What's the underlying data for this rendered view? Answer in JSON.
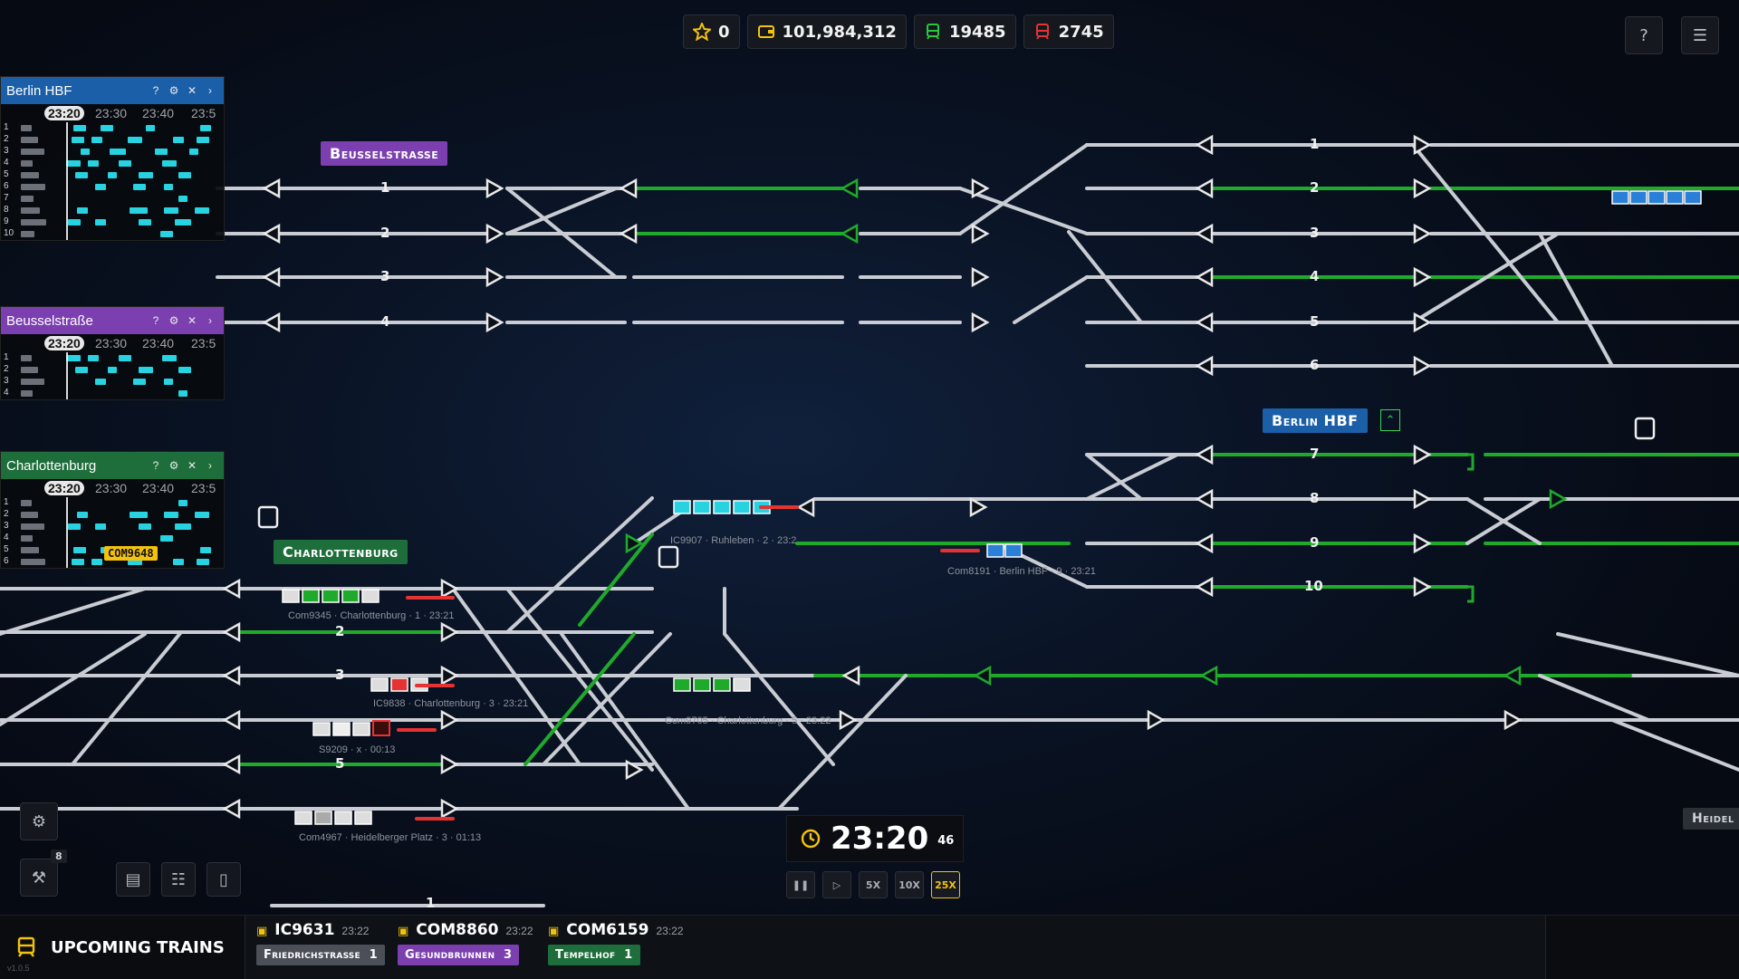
{
  "stats": {
    "stars": "0",
    "money": "101,984,312",
    "green_count": "19485",
    "red_count": "2745"
  },
  "colors": {
    "green_track": "#1faa2c",
    "red_signal": "#e53333",
    "cyan_train": "#27d3e0",
    "blue_train": "#2a80d8",
    "beusselstrasse": "#7b3fb0",
    "charlottenburg": "#1e6e3c",
    "berlin_hbf": "#1b5fa8",
    "accent_yellow": "#f4c20d"
  },
  "panels": [
    {
      "id": "berlin",
      "name": "Berlin HBF",
      "color": "#1b5fa8",
      "now": "23:20",
      "times": [
        "23:30",
        "23:40",
        "23:5"
      ],
      "rows": [
        "1",
        "2",
        "3",
        "4",
        "5",
        "6",
        "7",
        "8",
        "9",
        "10"
      ]
    },
    {
      "id": "beussel",
      "name": "Beusselstraße",
      "color": "#7b3fb0",
      "now": "23:20",
      "times": [
        "23:30",
        "23:40",
        "23:5"
      ],
      "rows": [
        "1",
        "2",
        "3",
        "4"
      ]
    },
    {
      "id": "charl",
      "name": "Charlottenburg",
      "color": "#1e6e3c",
      "now": "23:20",
      "times": [
        "23:30",
        "23:40",
        "23:5"
      ],
      "rows": [
        "1",
        "2",
        "3",
        "4",
        "5",
        "6"
      ],
      "badge": "COM9648"
    }
  ],
  "stations": {
    "beusselstrasse": "Beusselstraße",
    "charlottenburg": "Charlottenburg",
    "berlin_hbf": "Berlin HBF",
    "heidel": "Heidel"
  },
  "track_numbers": {
    "beussel": [
      "1",
      "2",
      "3",
      "4"
    ],
    "hbf": [
      "1",
      "2",
      "3",
      "4",
      "5",
      "6",
      "7",
      "8",
      "9",
      "10"
    ],
    "charl": [
      "2",
      "3",
      "5"
    ],
    "bottom": "1"
  },
  "train_labels": {
    "ic9907": "IC9907 · Ruhleben · 2 · 23:2",
    "com8191": "Com8191 · Berlin HBF · 9 · 23:21",
    "com9345": "Com9345 · Charlottenburg · 1 · 23:21",
    "ic9838": "IC9838 · Charlottenburg · 3 · 23:21",
    "com9705": "Com9705 · Charlottenburg · 5 · 23:22",
    "s9209": "S9209 · x · 00:13",
    "com4967": "Com4967 · Heidelberger Platz · 3 · 01:13"
  },
  "clock": {
    "time": "23:20",
    "seconds": "46"
  },
  "speeds": [
    "5X",
    "10X",
    "25X"
  ],
  "active_speed": "25X",
  "people_count": "8",
  "upcoming": {
    "title": "Upcoming Trains",
    "trains": [
      {
        "name": "IC9631",
        "time": "23:22",
        "dest": "Friedrichstraße",
        "track": "1",
        "color": "#4b4f57"
      },
      {
        "name": "COM8860",
        "time": "23:22",
        "dest": "Gesundbrunnen",
        "track": "3",
        "color": "#7b3fb0"
      },
      {
        "name": "COM6159",
        "time": "23:22",
        "dest": "Tempelhof",
        "track": "1",
        "color": "#1e6e3c"
      }
    ]
  },
  "version": "v1.0.5"
}
